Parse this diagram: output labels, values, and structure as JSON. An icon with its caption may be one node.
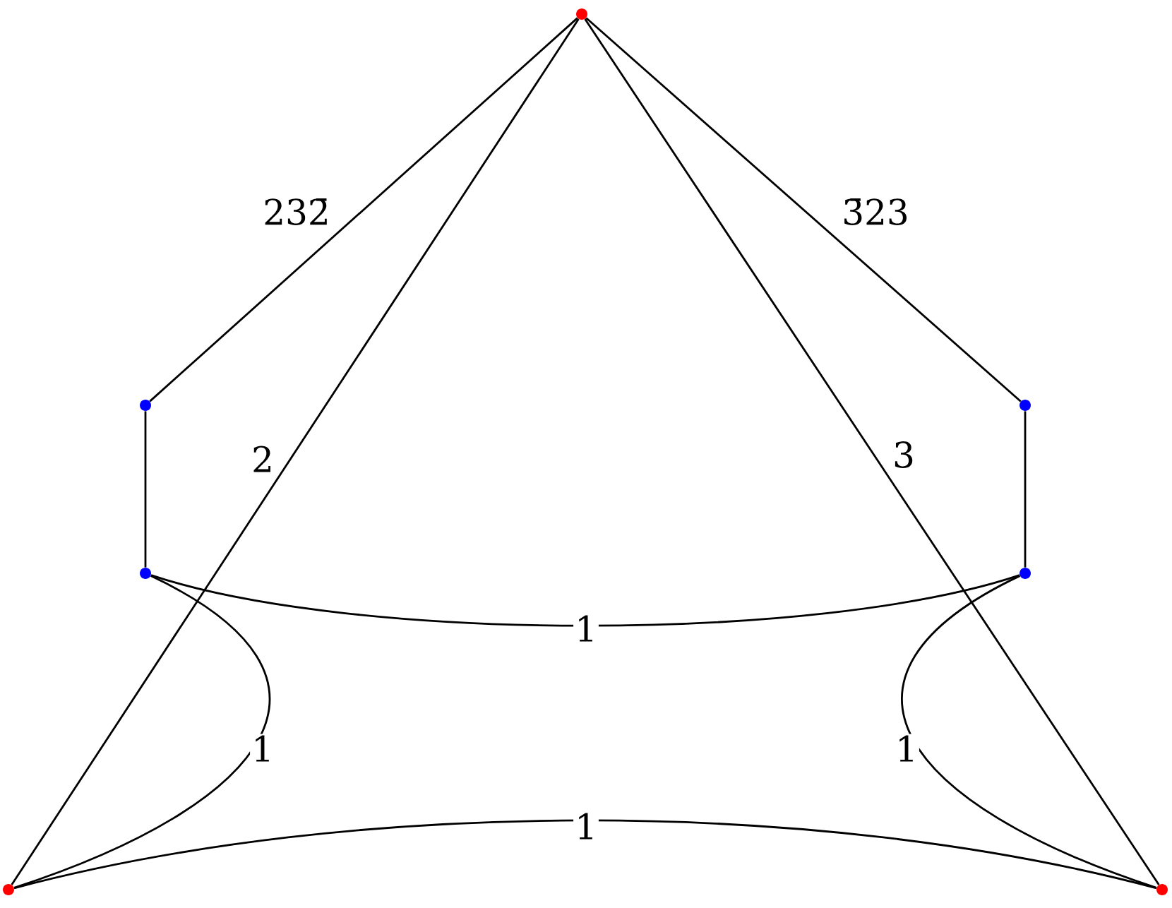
{
  "diagram": {
    "nodes": [
      {
        "text": [],
        "shape": "circle"
      },
      {
        "text": [],
        "shape": "circle"
      },
      {
        "text": [],
        "shape": "circle"
      },
      {
        "text": [],
        "shape": "circle"
      },
      {
        "text": [],
        "shape": "circle"
      },
      {
        "text": [],
        "shape": "circle"
      },
      {
        "text": [],
        "shape": "circle"
      }
    ],
    "edges": [
      {
        "from": 0,
        "to": 1,
        "arrow": "none",
        "label": "232̄"
      },
      {
        "from": 0,
        "to": 3,
        "arrow": "none",
        "label": "3̄23"
      },
      {
        "from": 1,
        "to": 2,
        "arrow": "none"
      },
      {
        "from": 3,
        "to": 4,
        "arrow": "none"
      },
      {
        "from": 0,
        "to": 5,
        "arrow": "none",
        "label": "2"
      },
      {
        "from": 0,
        "to": 6,
        "arrow": "none",
        "label": "3"
      },
      {
        "from": 2,
        "to": 4,
        "arrow": "none",
        "label": "1"
      },
      {
        "from": 2,
        "to": 5,
        "arrow": "none",
        "label": "1"
      },
      {
        "from": 4,
        "to": 6,
        "arrow": "none",
        "label": "1"
      },
      {
        "from": 5,
        "to": 6,
        "arrow": "none",
        "label": "1"
      }
    ]
  }
}
